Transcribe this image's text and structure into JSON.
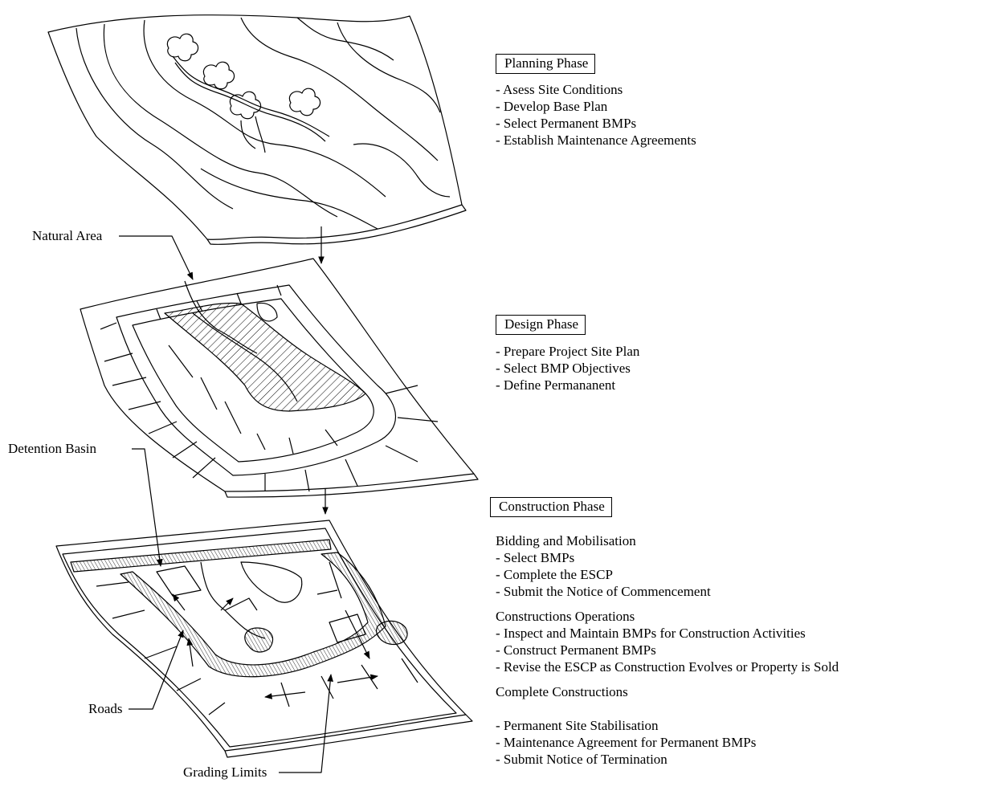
{
  "callouts": {
    "natural_area": "Natural Area",
    "detention_basin": "Detention Basin",
    "roads": "Roads",
    "grading_limits": "Grading Limits"
  },
  "planning": {
    "title": "Planning Phase",
    "items": [
      "- Asess Site Conditions",
      "- Develop Base Plan",
      "- Select Permanent BMPs",
      "- Establish Maintenance Agreements"
    ]
  },
  "design": {
    "title": "Design Phase",
    "items": [
      "- Prepare Project Site Plan",
      "- Select  BMP Objectives",
      "- Define Permananent"
    ]
  },
  "construction": {
    "title": "Construction Phase",
    "groups": [
      {
        "heading": "Bidding and Mobilisation",
        "items": [
          "- Select BMPs",
          "- Complete the ESCP",
          "- Submit the Notice of Commencement"
        ]
      },
      {
        "heading": "Constructions Operations",
        "items": [
          "- Inspect and Maintain BMPs for Construction Activities",
          "- Construct Permanent BMPs",
          "- Revise the ESCP as Construction Evolves or Property is Sold"
        ]
      },
      {
        "heading": "Complete Constructions",
        "items": [
          "- Permanent Site Stabilisation",
          "- Maintenance Agreement for Permanent BMPs",
          "- Submit Notice of Termination"
        ]
      }
    ]
  }
}
